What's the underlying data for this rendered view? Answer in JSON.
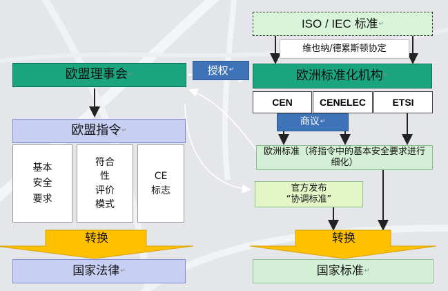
{
  "top_standard": "ISO / IEC 标准",
  "vienna_agreement": "维也纳/德累斯顿协定",
  "authorization": "授权",
  "eu_council": "欧盟理事会",
  "eu_standard_bodies": "欧洲标准化机构",
  "bodies": [
    "CEN",
    "CENELEC",
    "ETSI"
  ],
  "eu_directive": "欧盟指令",
  "negotiation": "商议",
  "directive_parts": {
    "basic_safety": [
      "基本",
      "安全",
      "要求"
    ],
    "conformity": [
      "符合",
      "性",
      "评价",
      "模式"
    ],
    "ce": [
      "CE",
      "标志"
    ]
  },
  "eu_standard_desc": "欧洲标准（将指令中的基本安全要求进行细化）",
  "official_publication": [
    "官方发布",
    "“协调标准”"
  ],
  "transform_left": "转换",
  "transform_right": "转换",
  "national_law": "国家法律",
  "national_standard": "国家标准",
  "paragraph_mark": "↵",
  "colors": {
    "dark_green": "#1aa57e",
    "light_green": "#d3f0d6",
    "light_blue": "#c7cff3",
    "tag_blue": "#3f73b8",
    "arrow_yellow": "#ffc000",
    "background": "#e4e6ea"
  }
}
